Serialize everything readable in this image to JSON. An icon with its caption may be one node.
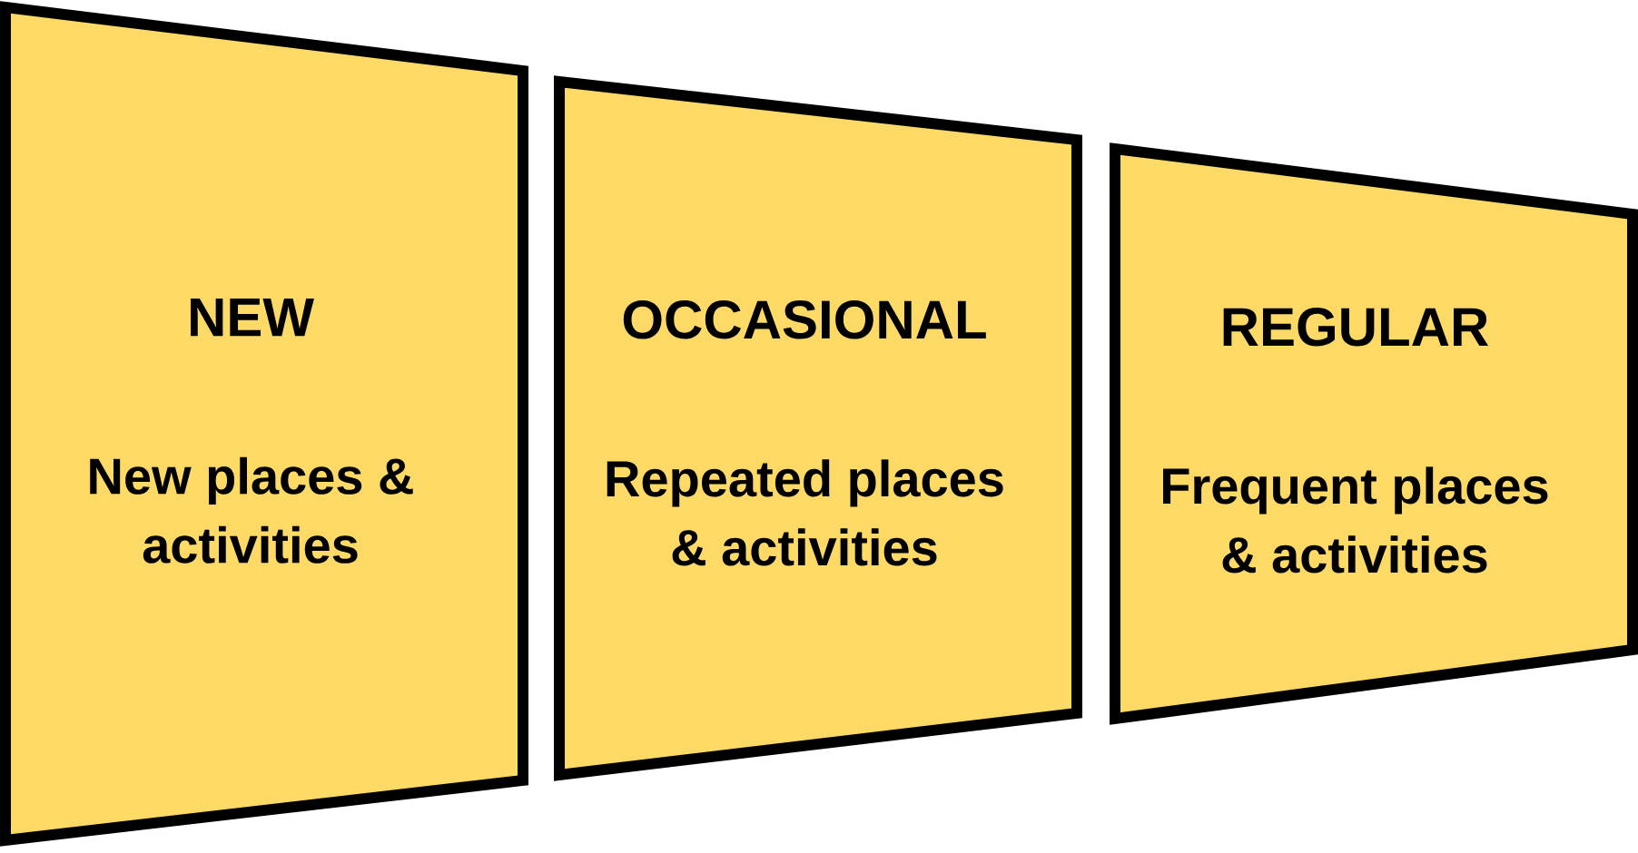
{
  "diagram": {
    "nodes": [
      {
        "text": [
          "NEW",
          "New places & activities"
        ]
      },
      {
        "text": [
          "OCCASIONAL",
          "Repeated places & activities"
        ]
      },
      {
        "text": [
          "REGULAR",
          "Frequent places & activities"
        ]
      }
    ]
  }
}
